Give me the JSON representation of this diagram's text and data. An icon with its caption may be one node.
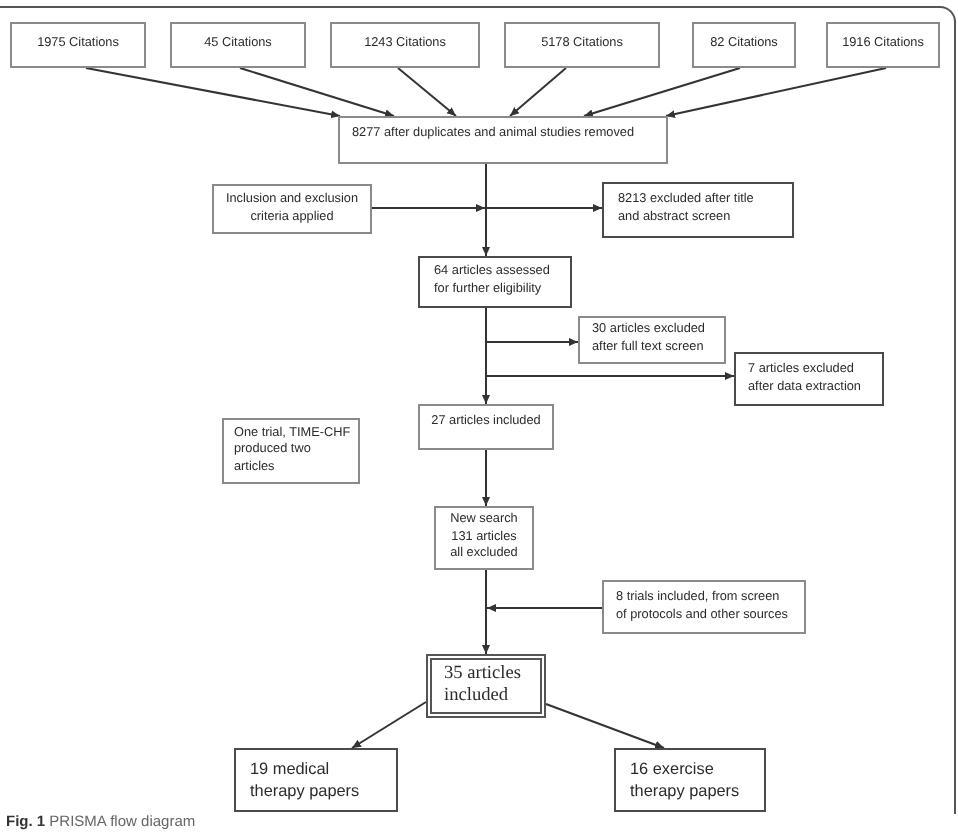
{
  "diagram": {
    "nodes": [
      {
        "text": [
          "1975 Citations"
        ]
      },
      {
        "text": [
          "45 Citations"
        ]
      },
      {
        "text": [
          "1243 Citations"
        ]
      },
      {
        "text": [
          "5178 Citations"
        ]
      },
      {
        "text": [
          "82 Citations"
        ]
      },
      {
        "text": [
          "1916 Citations"
        ]
      },
      {
        "text": [
          "8277 after duplicates and animal studies removed"
        ]
      },
      {
        "text": [
          "Inclusion and exclusion criteria applied"
        ]
      },
      {
        "text": [
          "8213 excluded after title and abstract screen"
        ]
      },
      {
        "text": [
          "64 articles assessed for further eligibility"
        ]
      },
      {
        "text": [
          "30 articles excluded after full text screen"
        ]
      },
      {
        "text": [
          "7 articles excluded after data extraction"
        ]
      },
      {
        "text": [
          "27 articles included"
        ]
      },
      {
        "text": [
          "One trial, TIME-CHF produced two articles"
        ]
      },
      {
        "text": [
          "New search 131 articles all excluded"
        ]
      },
      {
        "text": [
          "8 trials included, from screen of protocols and other sources"
        ]
      },
      {
        "text": [
          "35 articles included"
        ]
      },
      {
        "text": [
          "19 medical therapy papers"
        ]
      },
      {
        "text": [
          "16 exercise therapy papers"
        ]
      }
    ],
    "edges": [
      {
        "from": 0,
        "to": 6,
        "arrow": "to"
      },
      {
        "from": 1,
        "to": 6,
        "arrow": "to"
      },
      {
        "from": 2,
        "to": 6,
        "arrow": "to"
      },
      {
        "from": 3,
        "to": 6,
        "arrow": "to"
      },
      {
        "from": 4,
        "to": 6,
        "arrow": "to"
      },
      {
        "from": 5,
        "to": 6,
        "arrow": "to"
      },
      {
        "from": 6,
        "to": 9,
        "arrow": "to"
      },
      {
        "from": 7,
        "to": 9,
        "arrow": "to"
      },
      {
        "from": 6,
        "to": 8,
        "arrow": "to"
      },
      {
        "from": 9,
        "to": 12,
        "arrow": "to"
      },
      {
        "from": 9,
        "to": 10,
        "arrow": "to"
      },
      {
        "from": 9,
        "to": 11,
        "arrow": "to"
      },
      {
        "from": 12,
        "to": 14,
        "arrow": "to"
      },
      {
        "from": 14,
        "to": 16,
        "arrow": "to"
      },
      {
        "from": 15,
        "to": 16,
        "arrow": "to"
      },
      {
        "from": 16,
        "to": 17,
        "arrow": "to"
      },
      {
        "from": 16,
        "to": 18,
        "arrow": "to"
      }
    ],
    "caption": "**Fig. 1** PRISMA flow diagram"
  }
}
